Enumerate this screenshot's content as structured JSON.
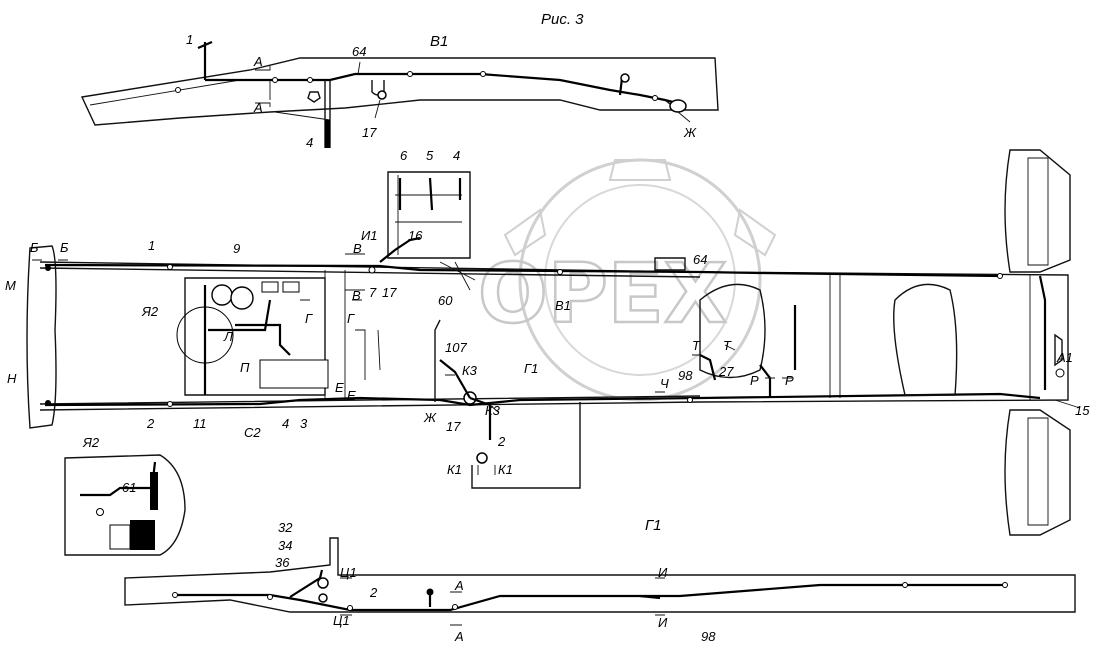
{
  "figure": {
    "title": "Рис. 3"
  },
  "watermark": {
    "text": "OPEX"
  },
  "views": {
    "top": "В1",
    "bottom": "Г1",
    "inset": "Я2",
    "center": "В1"
  },
  "labels": {
    "n1": "1",
    "n64": "64",
    "n4": "4",
    "n17": "17",
    "sA": "А",
    "sZh": "Ж",
    "n6": "6",
    "n5": "5",
    "n16": "16",
    "sI1": "И1",
    "sV": "В",
    "n7": "7",
    "n60": "60",
    "n9": "9",
    "sG": "Г",
    "n107": "107",
    "sK3": "К3",
    "sG1": "Г1",
    "sT": "Т",
    "n98": "98",
    "n27": "27",
    "sR": "Р",
    "sCh": "Ч",
    "sA1": "А1",
    "n15": "15",
    "sB": "Б",
    "sM": "М",
    "sN": "Н",
    "sYa2": "Я2",
    "sL": "Л",
    "sP": "П",
    "n2": "2",
    "n11": "11",
    "sS2": "С2",
    "n3": "3",
    "sE": "Е",
    "sK1": "К1",
    "n61": "61",
    "n32": "32",
    "n34": "34",
    "n36": "36",
    "sC1": "Ц1",
    "sI": "И"
  },
  "colors": {
    "ink": "#111111",
    "watermark": "#c8c8c8",
    "background": "#ffffff"
  }
}
